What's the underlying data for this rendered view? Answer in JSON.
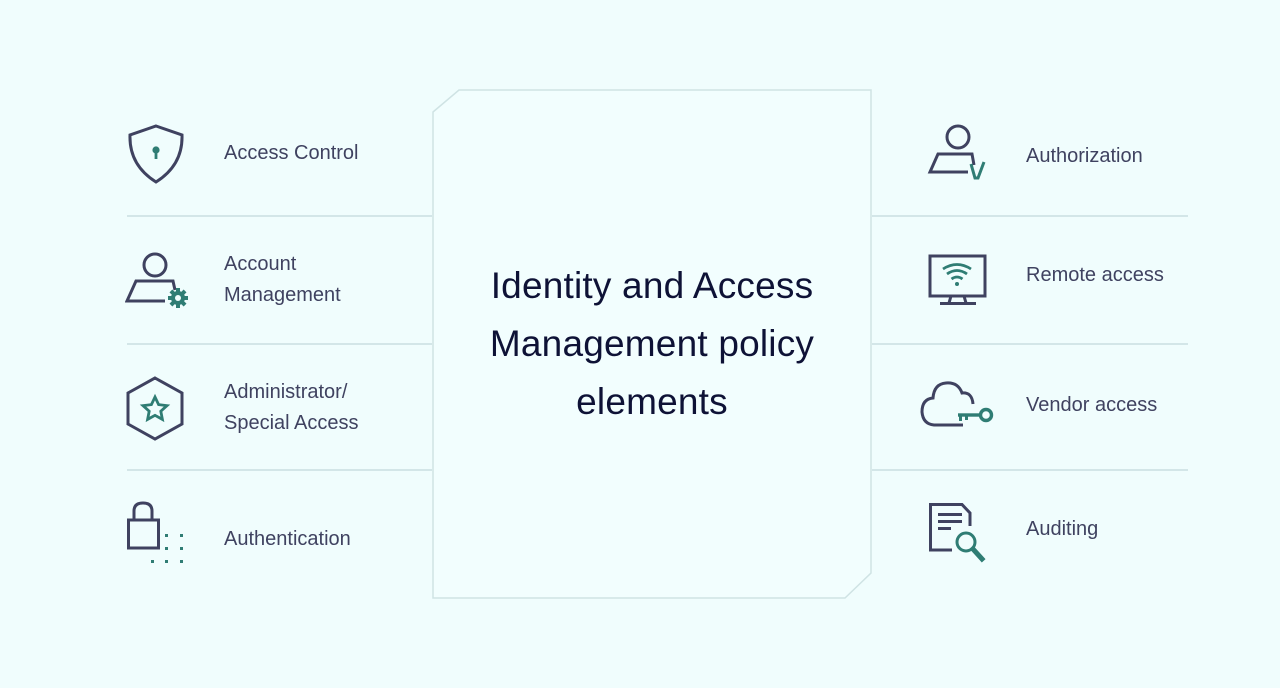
{
  "title": "Identity and Access Management policy elements",
  "colors": {
    "background": "#f0fdfd",
    "icon_primary": "#3f4260",
    "icon_accent": "#2f7d74",
    "divider": "#d3e6e8",
    "title_text": "#0e1236",
    "label_text": "#3f4260"
  },
  "left_items": [
    {
      "label": "Access Control",
      "icon": "shield-keyhole-icon"
    },
    {
      "label": "Account Management",
      "icon": "user-gear-icon"
    },
    {
      "label": "Administrator/ Special Access",
      "icon": "hexagon-star-icon"
    },
    {
      "label": "Authentication",
      "icon": "padlock-dots-icon"
    }
  ],
  "right_items": [
    {
      "label": "Authorization",
      "icon": "user-check-icon"
    },
    {
      "label": "Remote access",
      "icon": "monitor-wifi-icon"
    },
    {
      "label": "Vendor access",
      "icon": "cloud-key-icon"
    },
    {
      "label": "Auditing",
      "icon": "document-magnifier-icon"
    }
  ]
}
